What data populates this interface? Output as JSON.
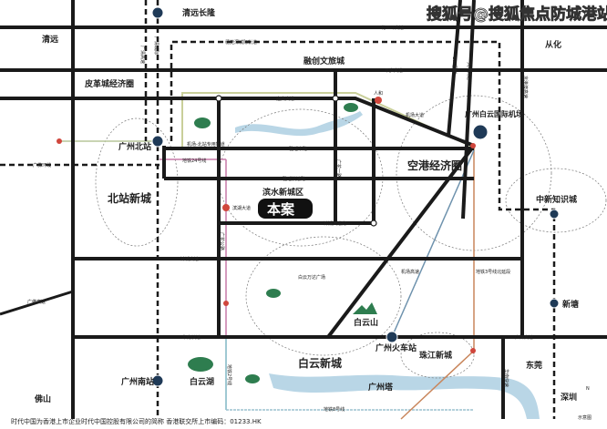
{
  "watermark": "搜狐号@搜狐焦点防城港站",
  "places": {
    "qingyuan_chimelong": "清远长隆",
    "qingyuan": "清远",
    "conghua": "从化",
    "pigecheng": "皮革城经济圈",
    "sunac": "融创文旅城",
    "north_station": "广州北站",
    "north_new_city": "北站新城",
    "binshui": "滨水新城区",
    "project": "本案",
    "airport_zone": "空港经济圈",
    "airport": "广州白云国际机场",
    "knowledge_city": "中新知识城",
    "xintang": "新塘",
    "baiyun_mountain": "白云山",
    "railway_station": "广州火车站",
    "baiyun_new_city": "白云新城",
    "zhujiang_new_city": "珠江新城",
    "canton_tower": "广州塔",
    "baiyun_lake": "白云湖",
    "south_station": "广州南站",
    "foshan": "佛山",
    "dongguan": "东莞",
    "shenzhen": "深圳",
    "wanda": "白云万达广场",
    "binhu": "滨湖大道",
    "renhe": "人和",
    "north": "N"
  },
  "roads": {
    "guangqing_intercity": "广清城际",
    "guangqing_highway": "广清高速",
    "suiguanshen": "穗莞深城际轨道",
    "north_ring": "北三环高速",
    "pingbu": "平步大道",
    "yingbin": "迎宾大道",
    "airport_road": "机场大道",
    "g106": "106国道",
    "daguang": "大广高速",
    "jinggangao": "京港澳高速",
    "airport_north_rail": "机场-北站专用轨道",
    "metro24": "地铁24号线",
    "guangfo_ring": "广佛环线",
    "yayao_middle": "雅瑶中路",
    "yayao_express": "雅瑶快速路",
    "jinhu_south": "锦湖大道南",
    "guanghua": "广花公路",
    "jincheng": "锦城高速",
    "huanan": "华南快速",
    "guangfo": "广佛高速",
    "guangshen": "广深高速",
    "metro8": "地铁8号线",
    "airport_express": "机场高速",
    "metro3_north": "地铁3号线北延段",
    "hualong": "华南快速",
    "huadu_rd": "广花一路",
    "metro2": "地铁2号线"
  },
  "footer": {
    "note": "时代中国为香港上市企业时代中国控股有限公司的简称 香港联交所上市编码：01233.HK",
    "scale_note": "示意图"
  },
  "colors": {
    "road": "#1a1a1a",
    "water": "#b9d6e6",
    "park": "#2e7d4f",
    "metro_pink": "#c77aa8",
    "metro_orange": "#c9865c",
    "metro_olive": "#c9cf9a",
    "metro_blue": "#6e92ad",
    "station": "#1f3a57",
    "poi_red": "#d0463c"
  }
}
